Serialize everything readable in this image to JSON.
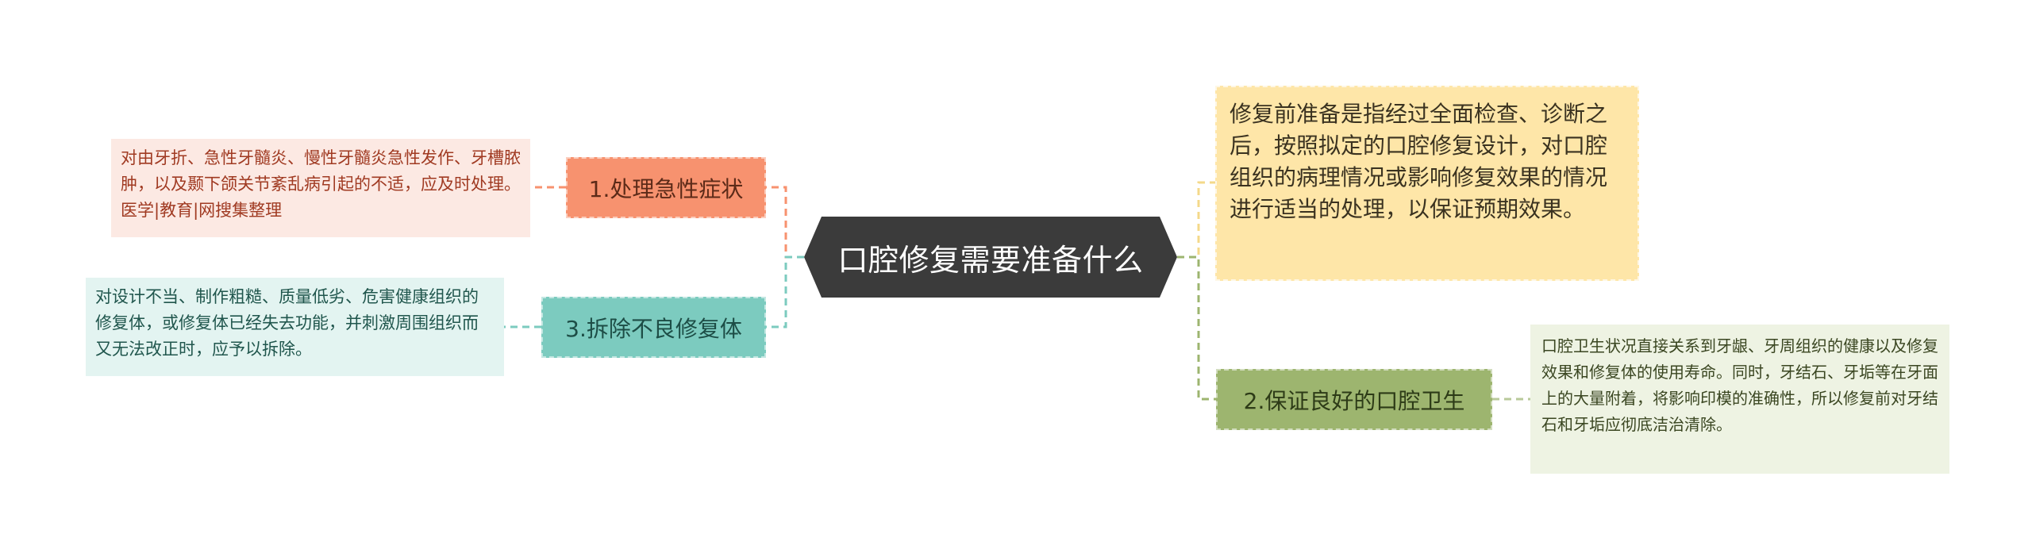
{
  "center": {
    "title": "口腔修复需要准备什么"
  },
  "branches": [
    {
      "label": "1.处理急性症状",
      "detail": "对由牙折、急性牙髓炎、慢性牙髓炎急性发作、牙槽脓肿，以及颞下颌关节紊乱病引起的不适，应及时处理。医学|教育|网搜集整理"
    },
    {
      "label": "3.拆除不良修复体",
      "detail": "对设计不当、制作粗糙、质量低劣、危害健康组织的修复体，或修复体已经失去功能，并刺激周围组织而又无法改正时，应予以拆除。"
    },
    {
      "label": "2.保证良好的口腔卫生",
      "detail": "口腔卫生状况直接关系到牙龈、牙周组织的健康以及修复效果和修复体的使用寿命。同时，牙结石、牙垢等在牙面上的大量附着，将影响印模的准确性，所以修复前对牙结石和牙垢应彻底洁治清除。"
    }
  ],
  "intro": {
    "text": "修复前准备是指经过全面检查、诊断之后，按照拟定的口腔修复设计，对口腔组织的病理情况或影响修复效果的情况进行适当的处理，以保证预期效果。"
  },
  "colors": {
    "center": "#3b3b3b",
    "branch1": "#f7926f",
    "branch3": "#7ccbbf",
    "branch2": "#9db56f",
    "intro": "#fee6a8"
  }
}
